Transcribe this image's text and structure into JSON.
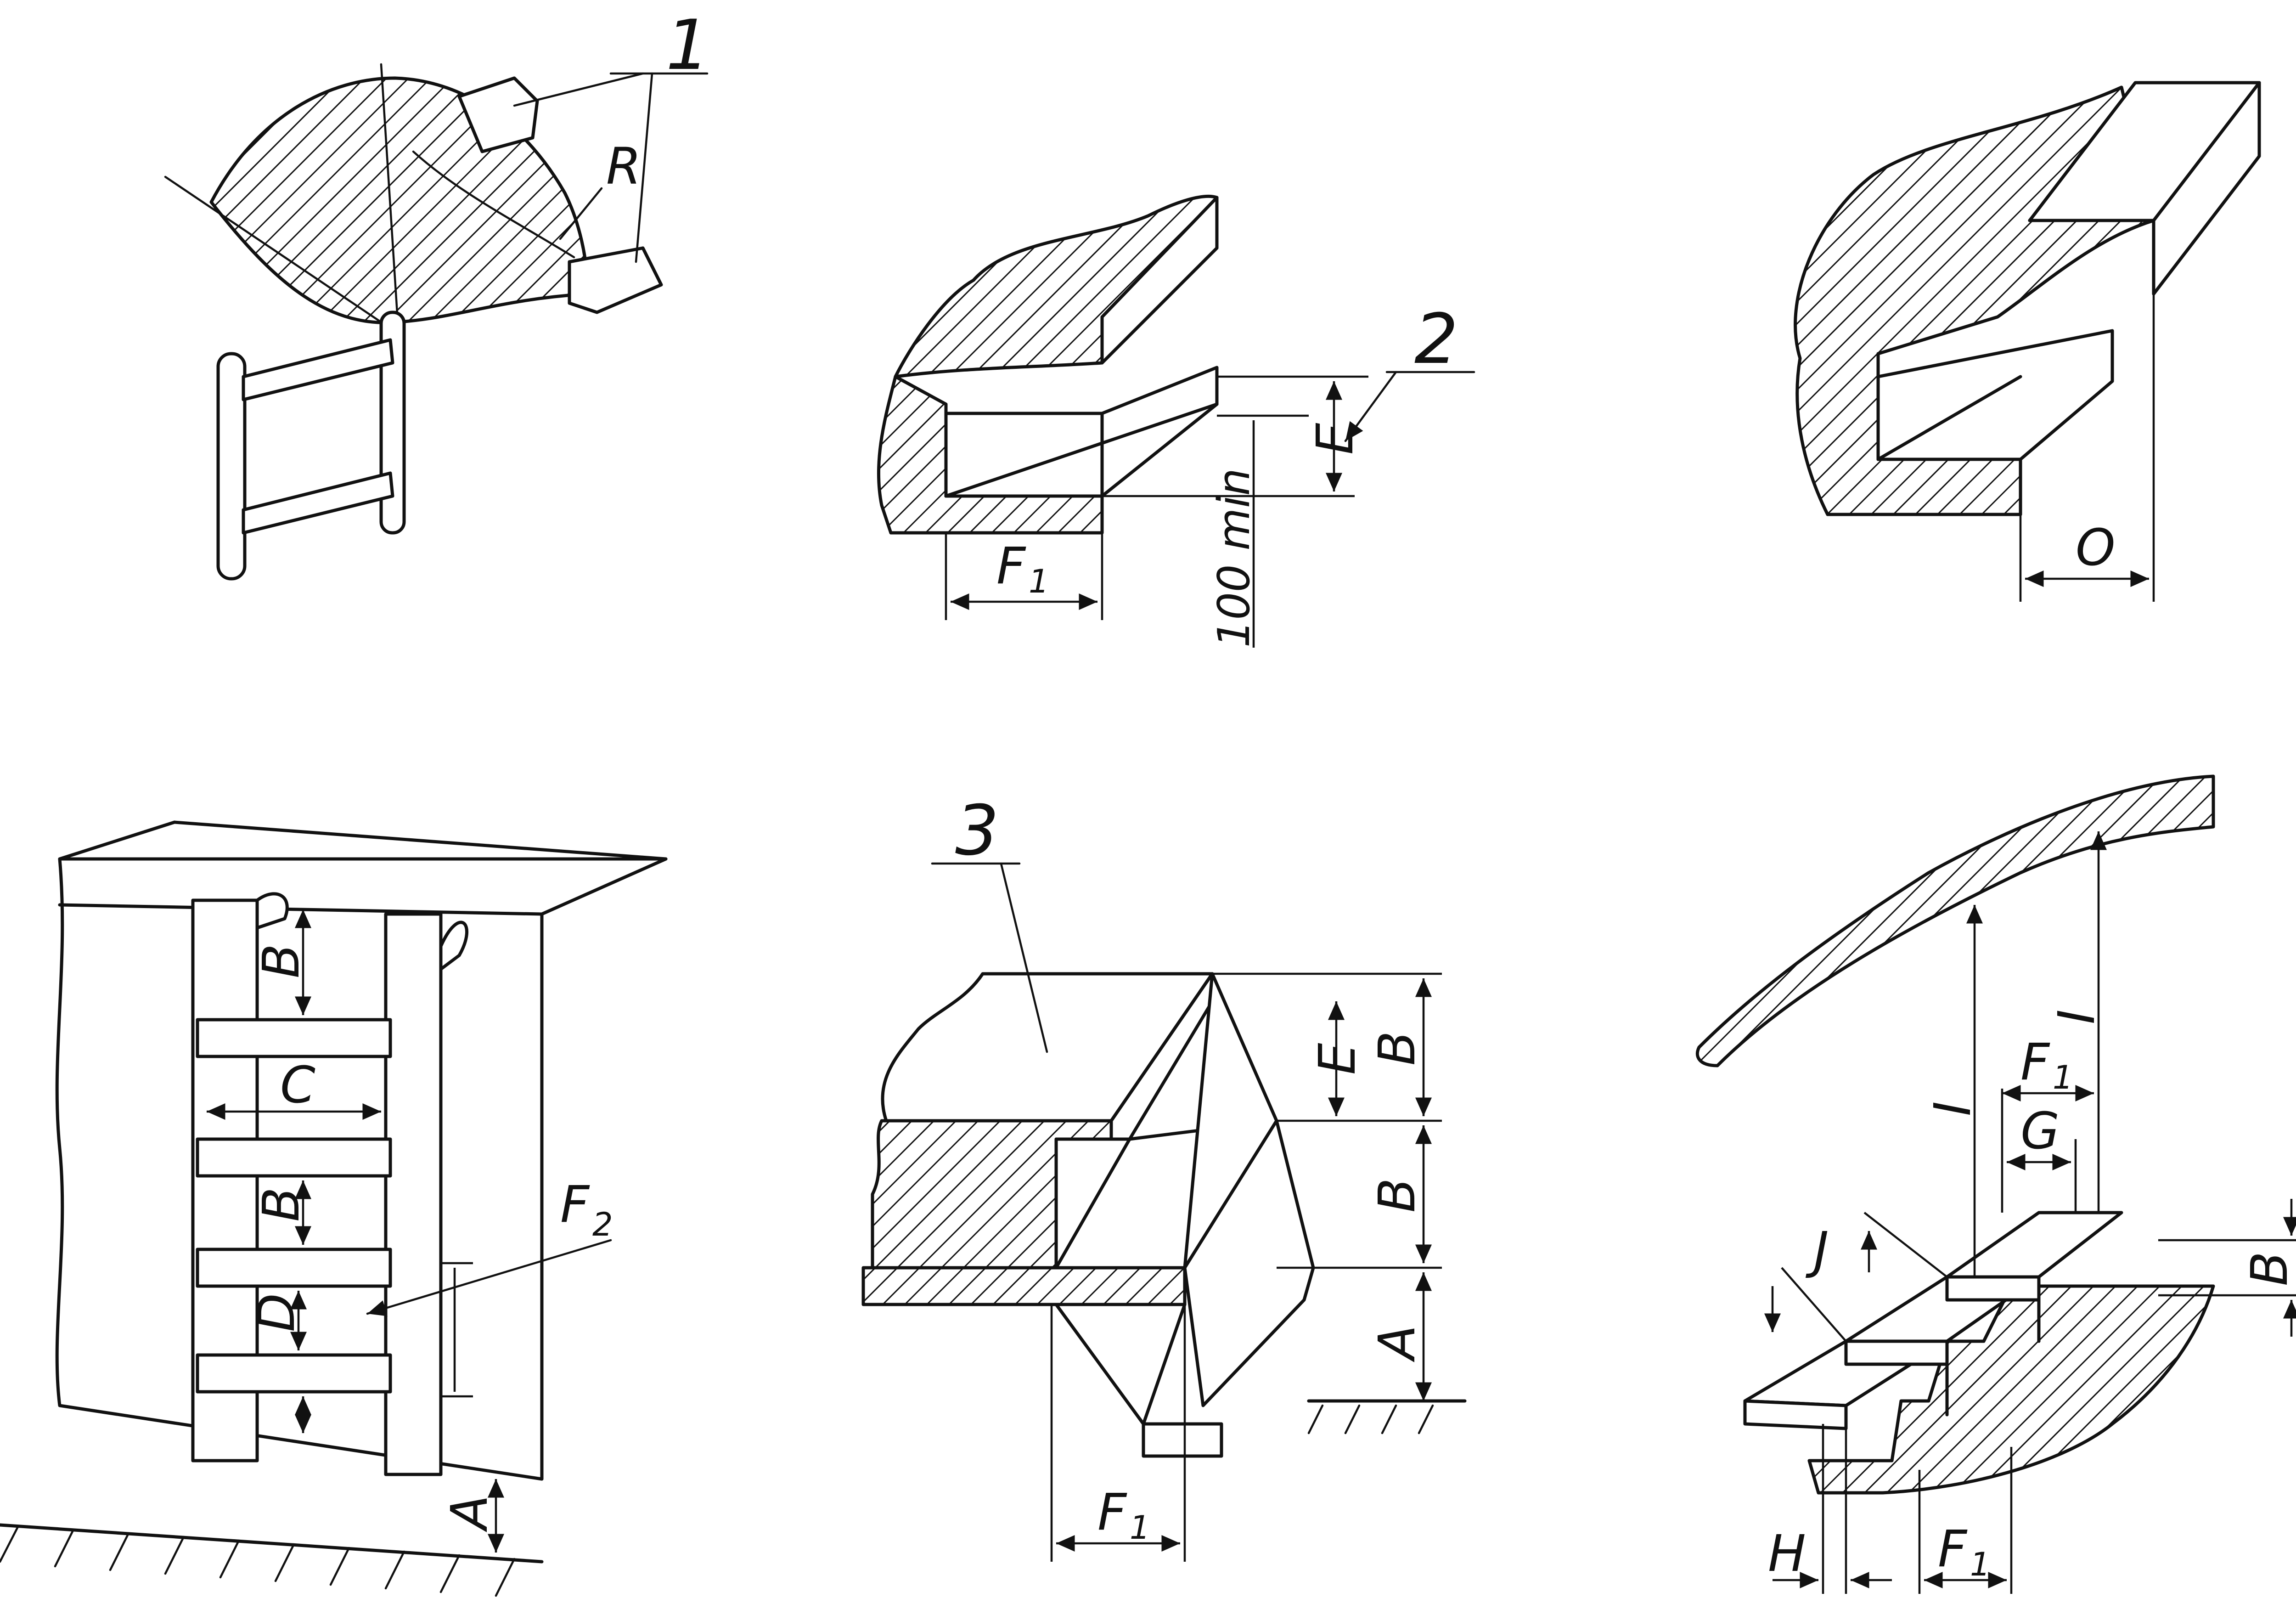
{
  "callouts": {
    "c1": "1",
    "c2": "2",
    "c3": "3"
  },
  "dimensions": {
    "R": "R",
    "E": "E",
    "F1": "F",
    "F1_sub": "1",
    "min100": "100 min",
    "O": "O",
    "B": "B",
    "C": "C",
    "D": "D",
    "A": "A",
    "F2": "F",
    "F2_sub": "2",
    "I": "I",
    "G": "G",
    "J": "J",
    "H": "H"
  }
}
